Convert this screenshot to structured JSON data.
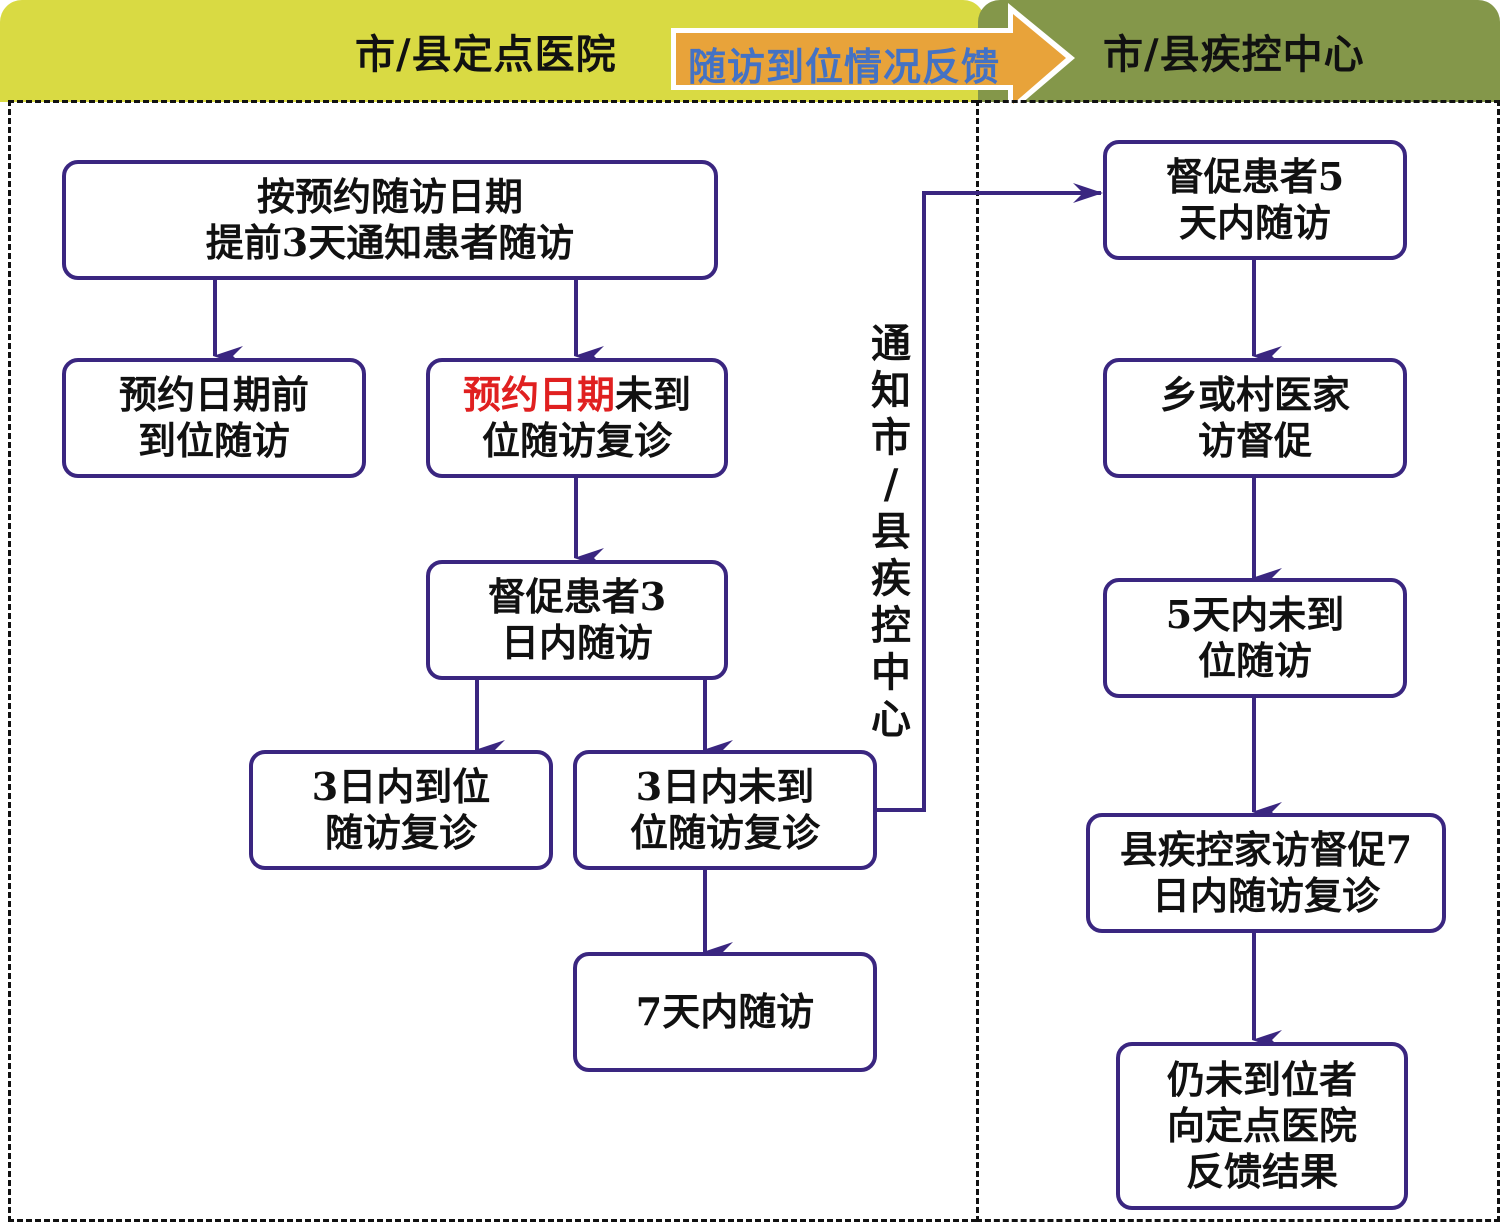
{
  "header": {
    "left_title": "市/县定点医院",
    "arrow_label": "随访到位情况反馈",
    "right_title": "市/县疾控中心",
    "colors": {
      "left_bg": "#d9da43",
      "right_bg": "#84974a",
      "arrow_fill": "#e8a33a",
      "arrow_text": "#4472c4"
    }
  },
  "left_flow": {
    "notify": {
      "line1": "按预约随访日期",
      "line2": "提前3天通知患者随访"
    },
    "before_date": {
      "line1": "预约日期前",
      "line2": "到位随访"
    },
    "missed_date": {
      "line1_red": "预约日期",
      "line1_rest": "未到",
      "line2": "位随访复诊"
    },
    "urge_3d": {
      "line1": "督促患者3",
      "line2": "日内随访"
    },
    "arrived_3d": {
      "line1": "3日内到位",
      "line2": "随访复诊"
    },
    "missed_3d": {
      "line1": "3日内未到",
      "line2": "位随访复诊"
    },
    "within_7d": {
      "line1": "7天内随访"
    }
  },
  "connector_label": [
    "通",
    "知",
    "市",
    "/",
    "县",
    "疾",
    "控",
    "中",
    "心"
  ],
  "right_flow": {
    "urge_5d": {
      "line1": "督促患者5",
      "line2": "天内随访"
    },
    "village_visit": {
      "line1": "乡或村医家",
      "line2": "访督促"
    },
    "missed_5d": {
      "line1": "5天内未到",
      "line2": "位随访"
    },
    "county_visit": {
      "line1": "县疾控家访督促7",
      "line2": "日内随访复诊"
    },
    "feedback": {
      "line1": "仍未到位者",
      "line2": "向定点医院",
      "line3": "反馈结果"
    }
  },
  "colors": {
    "box_border": "#3a2680",
    "highlight": "#e02020"
  }
}
